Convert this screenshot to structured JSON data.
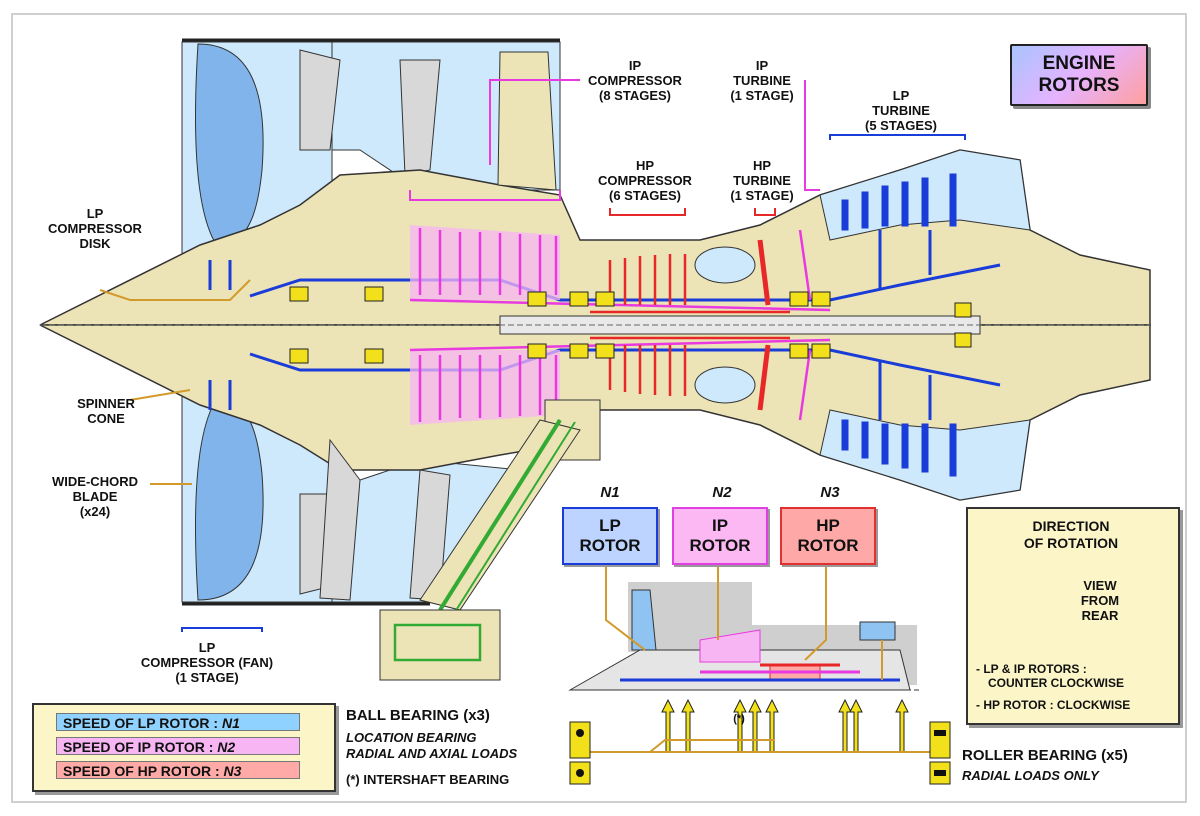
{
  "title": {
    "line1": "ENGINE",
    "line2": "ROTORS"
  },
  "labels": {
    "lp_comp_disk": [
      "LP",
      "COMPRESSOR",
      "DISK"
    ],
    "spinner": [
      "SPINNER",
      "CONE"
    ],
    "wide_chord": [
      "WIDE-CHORD",
      "BLADE",
      "(x24)"
    ],
    "lp_fan": [
      "LP",
      "COMPRESSOR (FAN)",
      "(1 STAGE)"
    ],
    "ip_comp": [
      "IP",
      "COMPRESSOR",
      "(8 STAGES)"
    ],
    "ip_turb": [
      "IP",
      "TURBINE",
      "(1 STAGE)"
    ],
    "hp_comp": [
      "HP",
      "COMPRESSOR",
      "(6 STAGES)"
    ],
    "hp_turb": [
      "HP",
      "TURBINE",
      "(1 STAGE)"
    ],
    "lp_turb": [
      "LP",
      "TURBINE",
      "(5 STAGES)"
    ]
  },
  "rotors": [
    {
      "n": "N1",
      "line1": "LP",
      "line2": "ROTOR",
      "color": "#4f86e8",
      "fill": "#bcd4ff"
    },
    {
      "n": "N2",
      "line1": "IP",
      "line2": "ROTOR",
      "color": "#e040e0",
      "fill": "#fbb8f2"
    },
    {
      "n": "N3",
      "line1": "HP",
      "line2": "ROTOR",
      "color": "#e03030",
      "fill": "#ffa8a8"
    }
  ],
  "rotation": {
    "title1": "DIRECTION",
    "title2": "OF ROTATION",
    "view": [
      "VIEW",
      "FROM",
      "REAR"
    ],
    "note1a": "- LP & IP ROTORS :",
    "note1b": "COUNTER CLOCKWISE",
    "note2": "- HP ROTOR : CLOCKWISE"
  },
  "bearings": {
    "ball": "BALL BEARING (x3)",
    "ball_sub1": "LOCATION BEARING",
    "ball_sub2": "RADIAL AND AXIAL LOADS",
    "intershaft": "(*) INTERSHAFT BEARING",
    "star": "(*)",
    "roller": "ROLLER BEARING (x5)",
    "roller_sub": "RADIAL LOADS ONLY"
  },
  "speeds": [
    {
      "text": "SPEED OF LP ROTOR : ",
      "n": "N1",
      "color": "#8fd2ff"
    },
    {
      "text": "SPEED OF IP ROTOR  : ",
      "n": "N2",
      "color": "#f7b6f3"
    },
    {
      "text": "SPEED OF HP ROTOR : ",
      "n": "N3",
      "color": "#ffaaa6"
    }
  ],
  "colors": {
    "casing": "#ece4b6",
    "fan": "#cde9fb",
    "fan_blade": "#80b4ea",
    "lp": "#1a3cd8",
    "ip": "#e83ae0",
    "hp": "#e82828",
    "gear": "#33aa33",
    "bearing": "#f1e01a"
  }
}
